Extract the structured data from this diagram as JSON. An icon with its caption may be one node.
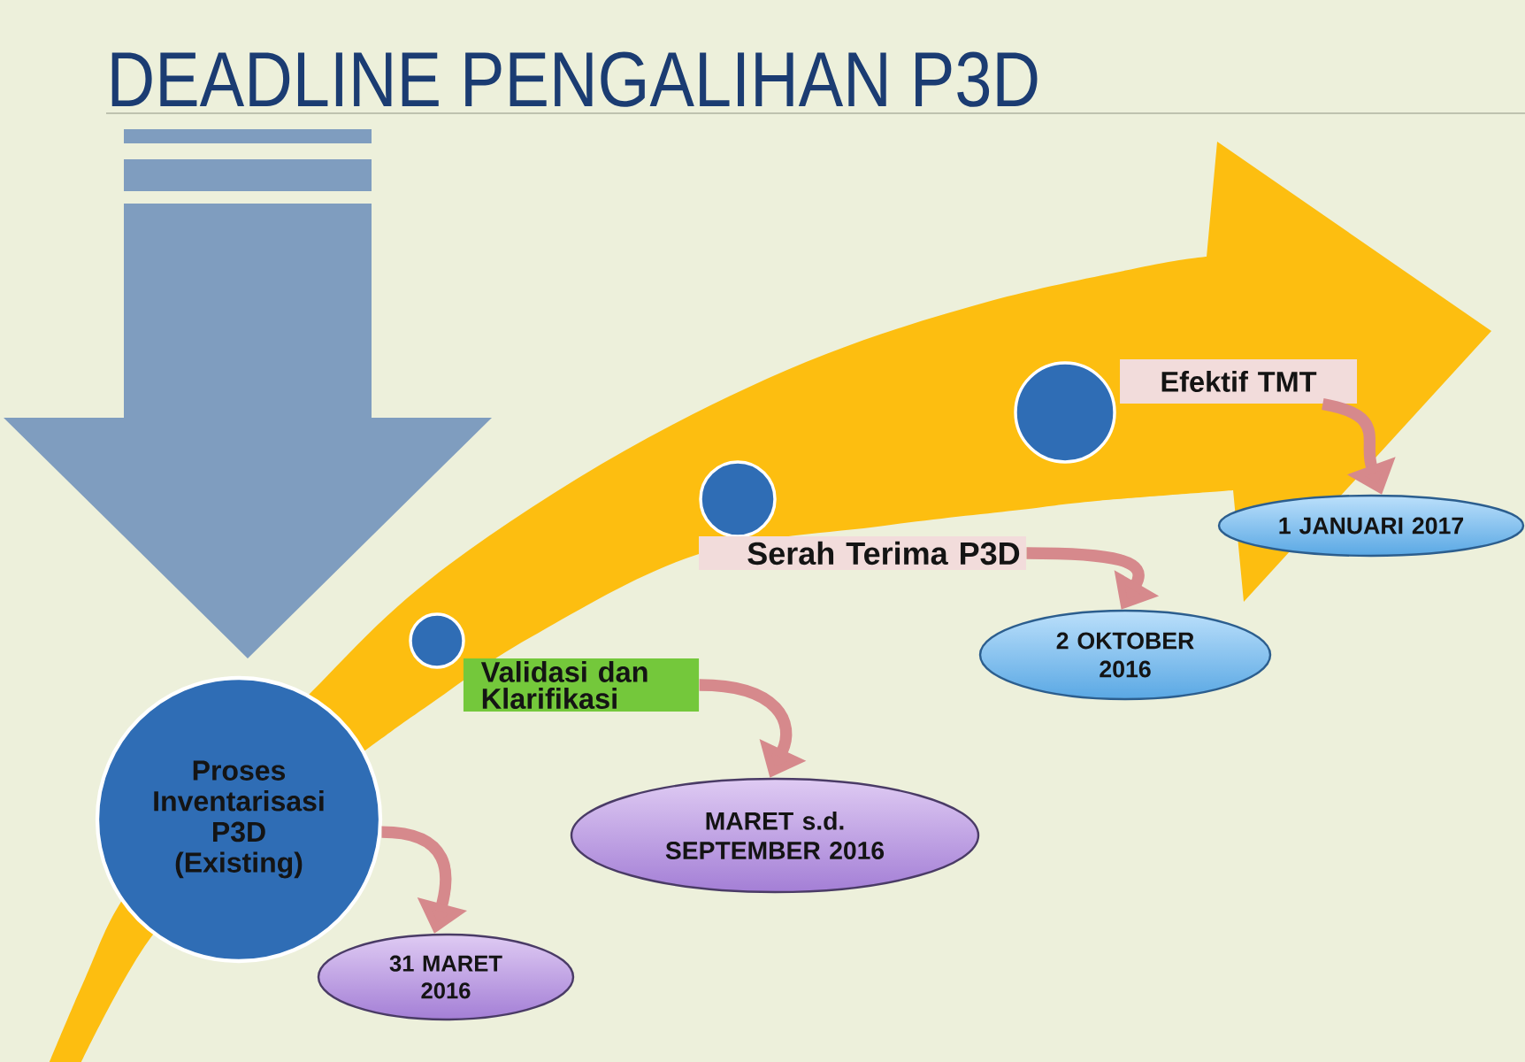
{
  "diagram": {
    "title": "DEADLINE PENGALIHAN P3D",
    "nodes": [
      {
        "text": [
          "Proses Inventarisasi P3D (Existing)"
        ]
      },
      {
        "text": [
          "31 MARET 2016"
        ]
      },
      {
        "text": [],
        "shape": "circle"
      },
      {
        "text": [
          "Validasi dan Klarifikasi"
        ]
      },
      {
        "text": [
          "MARET s.d. SEPTEMBER 2016"
        ]
      },
      {
        "text": [],
        "shape": "circle"
      },
      {
        "text": [
          "Serah Terima P3D"
        ]
      },
      {
        "text": [
          "2 OKTOBER 2016"
        ]
      },
      {
        "text": [],
        "shape": "circle"
      },
      {
        "text": [
          "Efektif TMT"
        ]
      },
      {
        "text": [
          "1 JANUARI 2017"
        ]
      }
    ],
    "edges": [
      {
        "from": 0,
        "to": 1,
        "arrow": "to"
      },
      {
        "from": 3,
        "to": 4,
        "arrow": "to"
      },
      {
        "from": 6,
        "to": 7,
        "arrow": "to"
      },
      {
        "from": 9,
        "to": 10,
        "arrow": "to"
      }
    ]
  }
}
